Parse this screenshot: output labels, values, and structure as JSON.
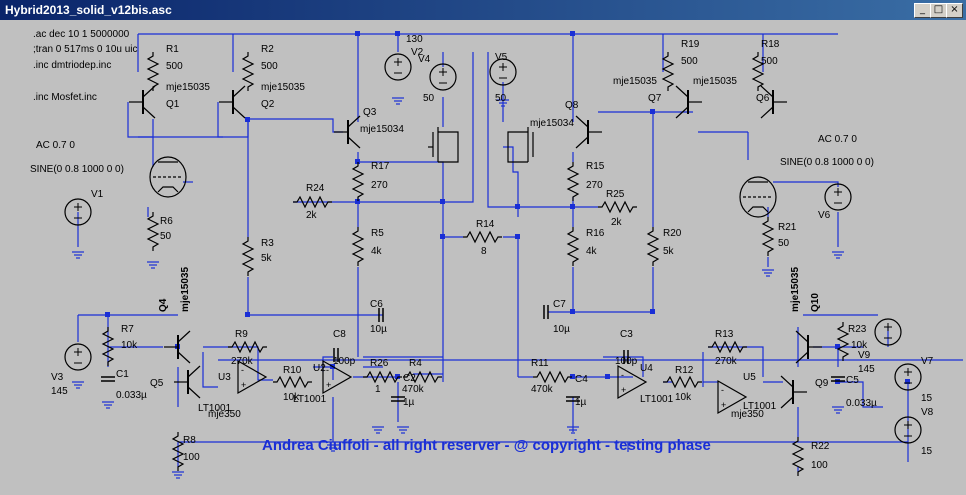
{
  "window": {
    "title": "Hybrid2013_solid_v12bis.asc",
    "minimize": "_",
    "maximize": "□",
    "close": "×"
  },
  "directives": [
    ".ac dec 10 1 5000000",
    ";tran 0 517ms 0 10u uic",
    ".inc dmtriodep.inc",
    ".inc Mosfet.inc"
  ],
  "labels": {
    "R1": "R1",
    "R1v": "500",
    "Q1": "Q1",
    "Q1m": "mje15035",
    "R2": "R2",
    "R2v": "500",
    "Q2": "Q2",
    "Q2m": "mje15035",
    "V130": "130",
    "V2": "V2",
    "V4": "V4",
    "V4v": "50",
    "V5": "V5",
    "V5v": "50",
    "Q3": "Q3",
    "Q3m": "mje15034",
    "Q8m": "mje15034",
    "Q8": "Q8",
    "Q7": "Q7",
    "Q7m": "mje15035",
    "Q6m": "mje15035",
    "Q6": "Q6",
    "R19": "R19",
    "R19v": "500",
    "R18": "R18",
    "R18v": "500",
    "AC1": "AC 0.7 0",
    "SINE1": "SINE(0 0.8 1000 0 0)",
    "AC2": "AC 0.7 0",
    "SINE2": "SINE(0 0.8 1000 0 0)",
    "V1": "V1",
    "R6": "R6",
    "R6v": "50",
    "V6": "V6",
    "R21": "R21",
    "R21v": "50",
    "R17": "R17",
    "R17v": "270",
    "R15": "R15",
    "R15v": "270",
    "R24": "R24",
    "R24v": "2k",
    "R25": "R25",
    "R25v": "2k",
    "R14": "R14",
    "R14v": "8",
    "R5": "R5",
    "R5v": "4k",
    "R16": "R16",
    "R16v": "4k",
    "R3": "R3",
    "R3v": "5k",
    "R20": "R20",
    "R20v": "5k",
    "C6": "C6",
    "C6v": "10µ",
    "C7": "C7",
    "C7v": "10µ",
    "Q4": "Q4",
    "Q4m": "mje15035",
    "Q10": "Q10",
    "Q10m": "mje15035",
    "R7": "R7",
    "R7v": "10k",
    "R23": "R23",
    "R23v": "10k",
    "V3": "V3",
    "V3v": "145",
    "V9": "V9",
    "V9v": "145",
    "C1": "C1",
    "C1v": "0.033µ",
    "C5": "C5",
    "C5v": "0.033µ",
    "Q5": "Q5",
    "Q9": "Q9",
    "R9": "R9",
    "R9v": "270k",
    "R13": "R13",
    "R13v": "270k",
    "C8": "C8",
    "C8v": "100p",
    "C3": "C3",
    "C3v": "100p",
    "U3": "U3",
    "U3m": "LT1001",
    "U2": "U2",
    "U2m": "LT1001",
    "U4": "U4",
    "U4m": "LT1001",
    "U5": "U5",
    "U5m": "LT1001",
    "R10": "R10",
    "R10v": "10k",
    "R12": "R12",
    "R12v": "10k",
    "R26": "R26",
    "R26v": "1",
    "R4": "R4",
    "R4v": "470k",
    "R11": "R11",
    "R11v": "470k",
    "C2": "C2",
    "C2v": "1µ",
    "C4": "C4",
    "C4v": "1µ",
    "mje350a": "mje350",
    "mje350b": "mje350",
    "R8": "R8",
    "R8v": "100",
    "R22": "R22",
    "R22v": "100",
    "V7": "V7",
    "V7v": "15",
    "V8": "V8",
    "V8v": "15"
  },
  "footer": "Andrea Ciuffoli - all right reserver - @ copyright - testing phase",
  "colors": {
    "wire": "#1a2fd6",
    "component": "#000000",
    "background": "#c0c0c0",
    "titlebar": "#0a246a"
  }
}
